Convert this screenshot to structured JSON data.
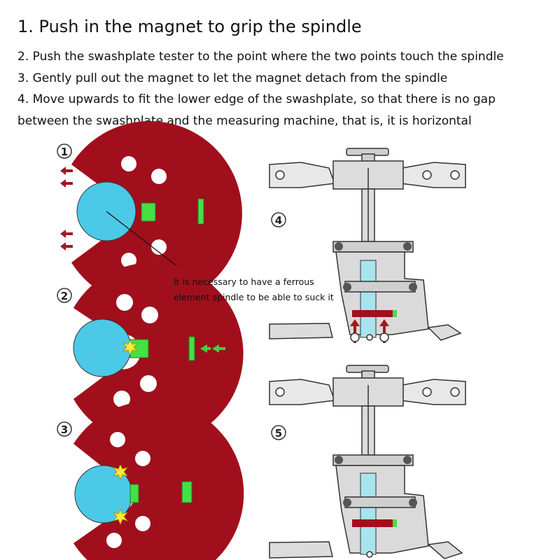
{
  "title": "1. Push in the magnet to grip the spindle",
  "steps": [
    "2. Push the swashplate tester to the point where the two points touch the spindle",
    "3. Gently pull out the magnet to let the magnet detach from the spindle",
    "4. Move upwards to fit the lower edge of the swashplate, so that there is no gap",
    "between the swashplate and the measuring machine, that is, it is horizontal"
  ],
  "note": {
    "line1": "It is necessary to have a ferrous",
    "line2": "element spindle to be able to suck it"
  },
  "markers": [
    "1",
    "2",
    "3",
    "4",
    "5"
  ],
  "colors": {
    "disk": "#a10f1c",
    "spindle": "#4cc9e6",
    "magnet": "#44e044",
    "arrow_red": "#a01a20",
    "arrow_green": "#44d044",
    "spark": "#ffe933",
    "frame_gray": "#cfcfcf",
    "outline": "#333333"
  }
}
